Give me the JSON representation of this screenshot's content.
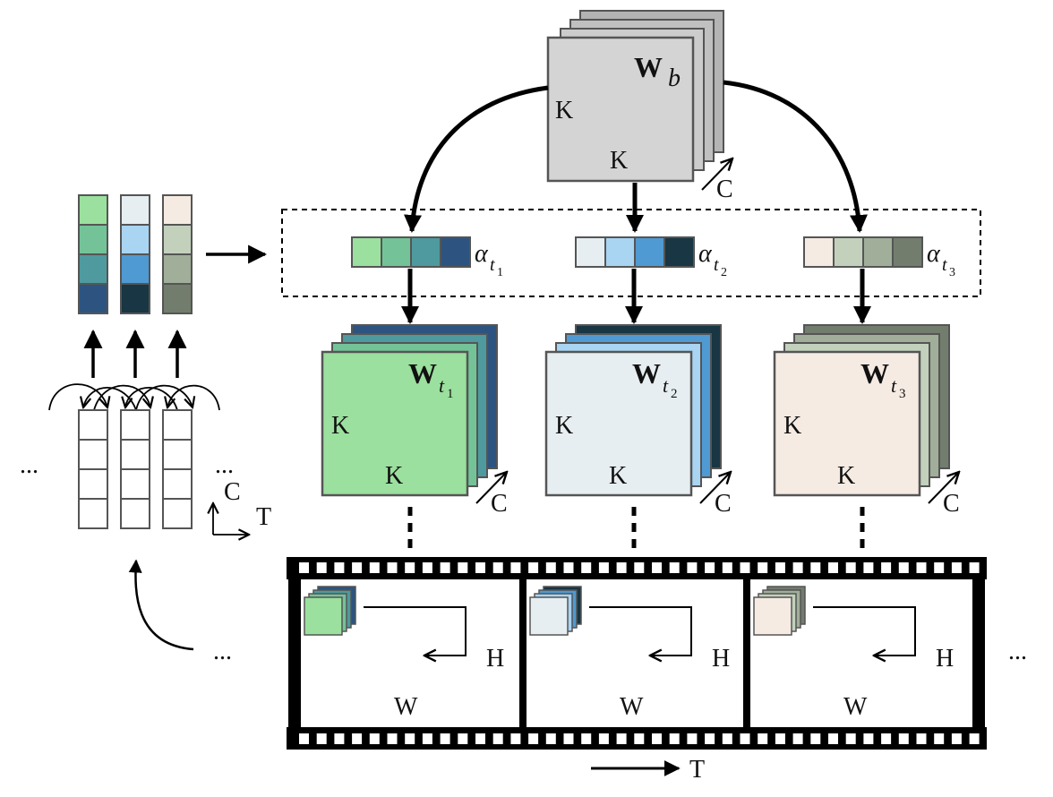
{
  "base_kernel": {
    "symbol": "W",
    "subscript": "b",
    "dim_k": "K",
    "dim_c": "C",
    "color": "#d4d4d4",
    "back_colors": [
      "#d8d8d8",
      "#cccccc",
      "#c0c0c0",
      "#b4b4b4"
    ]
  },
  "time_steps": [
    {
      "alpha_symbol": "α",
      "alpha_sub": "t",
      "alpha_sub_idx": "1",
      "palette": [
        "#9be09e",
        "#74c398",
        "#4e9a9e",
        "#2d5480"
      ],
      "kernel_symbol": "W",
      "kernel_sub": "t",
      "kernel_sub_idx": "1",
      "dim_k": "K",
      "dim_c": "C",
      "frame_h": "H",
      "frame_w": "W"
    },
    {
      "alpha_symbol": "α",
      "alpha_sub": "t",
      "alpha_sub_idx": "2",
      "palette": [
        "#e6eef1",
        "#a9d4f2",
        "#4f9ad2",
        "#183643"
      ],
      "kernel_symbol": "W",
      "kernel_sub": "t",
      "kernel_sub_idx": "2",
      "dim_k": "K",
      "dim_c": "C",
      "frame_h": "H",
      "frame_w": "W"
    },
    {
      "alpha_symbol": "α",
      "alpha_sub": "t",
      "alpha_sub_idx": "3",
      "palette": [
        "#f5ebe3",
        "#c3d1bc",
        "#a0ae9a",
        "#727d6d"
      ],
      "kernel_symbol": "W",
      "kernel_sub": "t",
      "kernel_sub_idx": "3",
      "dim_k": "K",
      "dim_c": "C",
      "frame_h": "H",
      "frame_w": "W"
    }
  ],
  "descriptor_axes": {
    "c": "C",
    "t": "T"
  },
  "ellipsis": "...",
  "time_axis_label": "T"
}
